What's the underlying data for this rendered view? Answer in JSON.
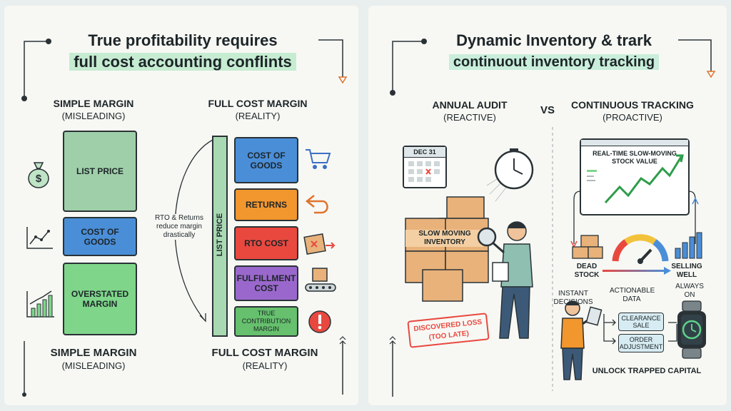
{
  "left": {
    "title_line1": "True profitability requires",
    "title_line2": "full cost accounting conflints",
    "simple_header": "SIMPLE MARGIN",
    "simple_header_sub": "(MISLEADING)",
    "full_header": "FULL COST MARGIN",
    "full_header_sub": "(REALITY)",
    "simple_bars": [
      "LIST PRICE",
      "COST OF GOODS",
      "OVERSTATED MARGIN"
    ],
    "full_bars": [
      "COST OF GOODS",
      "RETURNS",
      "RTO COST",
      "FULFILLMENT COST",
      "TRUE CONTRIBUTION MARGIN"
    ],
    "list_price_vertical": "LIST PRICE",
    "rto_note": "RTO & Returns reduce margin drastically",
    "simple_footer": "SIMPLE MARGIN",
    "simple_footer_sub": "(MISLEADING)",
    "full_footer": "FULL COST MARGIN",
    "full_footer_sub": "(REALITY)"
  },
  "right": {
    "title_line1": "Dynamic Inventory & trark",
    "title_line2": "continuout inventory tracking",
    "audit_header": "ANNUAL AUDIT",
    "audit_sub": "(REACTIVE)",
    "vs": "VS",
    "tracking_header": "CONTINUOUS TRACKING",
    "tracking_sub": "(PROACTIVE)",
    "calendar_date": "DEC 31",
    "boxes_label": "SLOW MOVING INVENTORY",
    "loss_stamp_line1": "DISCOVERED LOSS",
    "loss_stamp_line2": "(TOO LATE)",
    "chart_title_line1": "REAL-TIME SLOW-MOVING",
    "chart_title_line2": "STOCK VALUE",
    "dead_stock": "DEAD STOCK",
    "selling_well": "SELLING WELL",
    "instant_decisions": "INSTANT DECISIONS",
    "actionable_data": "ACTIONABLE DATA",
    "always_on": "ALWAYS ON",
    "clearance_sale": "CLEARANCE SALE",
    "order_adjustment": "ORDER ADJUSTMENT",
    "unlock": "UNLOCK TRAPPED CAPITAL"
  },
  "colors": {
    "list_price": "#9fcfa9",
    "cost_of_goods": "#4a8ed8",
    "overstated": "#7fd58a",
    "returns": "#f2962e",
    "rto": "#e9483f",
    "fulfillment": "#9a68cc",
    "true_margin": "#66c06d"
  }
}
